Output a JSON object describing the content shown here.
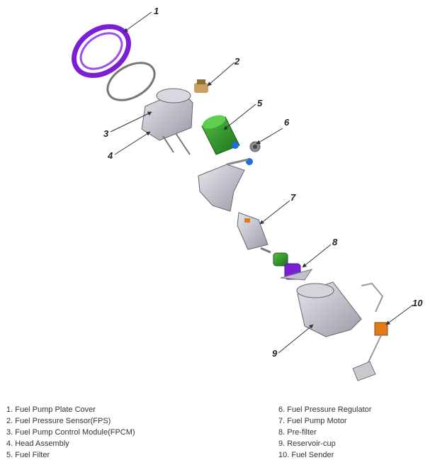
{
  "callouts": [
    "1",
    "2",
    "3",
    "4",
    "5",
    "6",
    "7",
    "8",
    "9",
    "10"
  ],
  "legend": {
    "left": [
      "1. Fuel Pump Plate Cover",
      "2. Fuel Pressure Sensor(FPS)",
      "3. Fuel Pump Control Module(FPCM)",
      "4. Head Assembly",
      "5. Fuel Filter"
    ],
    "right": [
      "6. Fuel Pressure Regulator",
      "7. Fuel Pump Motor",
      "8. Pre-filter",
      "9. Reservoir-cup",
      "10. Fuel Sender"
    ]
  },
  "colors": {
    "plate_cover": "#7b1fd6",
    "fuel_filter": "#2e8b2e",
    "pre_filter": "#2e7d32",
    "blue_fittings": "#1e6fd9",
    "metal_gray": "#b8b8c4",
    "sender_orange": "#e07b1a"
  }
}
